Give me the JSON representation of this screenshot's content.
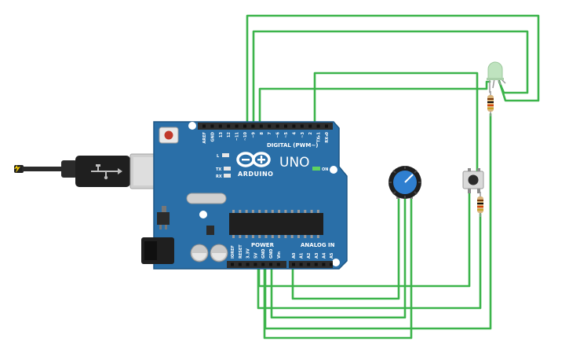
{
  "board": {
    "brand": "ARDUINO",
    "model": "UNO",
    "digital_label": "DIGITAL (PWM~)",
    "power_label": "POWER",
    "analog_label": "ANALOG IN",
    "on_label": "ON",
    "led_l": "L",
    "led_tx": "TX",
    "led_rx": "RX",
    "digital_pins": [
      "AREF",
      "GND",
      "13",
      "12",
      "~11",
      "~10",
      "~9",
      "8",
      "7",
      "~6",
      "~5",
      "4",
      "~3",
      "2",
      "TX▸1",
      "RX◂0"
    ],
    "power_pins": [
      "IOREF",
      "RESET",
      "3.3V",
      "5V",
      "GND",
      "GND",
      "Vin"
    ],
    "analog_pins": [
      "A0",
      "A1",
      "A2",
      "A3",
      "A4",
      "A5"
    ]
  },
  "components": {
    "potentiometer": "potentiometer",
    "pushbutton": "pushbutton",
    "rgb_led": "rgb-led",
    "resistor": "resistor"
  },
  "colors": {
    "board": "#2a6fa8",
    "wire": "#3cb44b",
    "header": "#2d2d2d",
    "usb_metal": "#c9c9c9",
    "led_body": "#bfe3bf"
  }
}
